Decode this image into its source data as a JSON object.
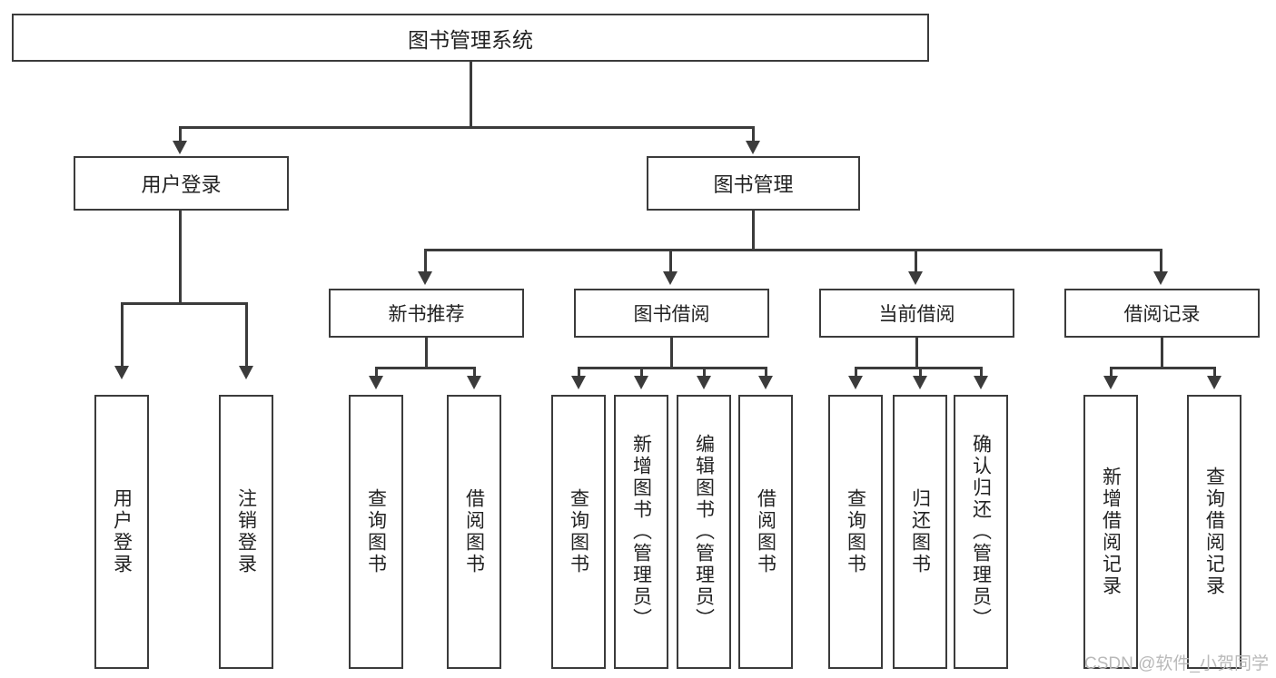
{
  "diagram": {
    "title": "图书管理系统",
    "type": "功能结构图",
    "colors": {
      "border": "#3b3b3b",
      "background": "#ffffff",
      "text": "#222222",
      "watermark": "#b9b9b9"
    },
    "root": {
      "label": "图书管理系统"
    },
    "level2": [
      {
        "label": "用户登录"
      },
      {
        "label": "图书管理"
      }
    ],
    "level3": [
      {
        "label": "新书推荐"
      },
      {
        "label": "图书借阅"
      },
      {
        "label": "当前借阅"
      },
      {
        "label": "借阅记录"
      }
    ],
    "leaves": [
      {
        "label": "用户登录",
        "parent": "用户登录"
      },
      {
        "label": "注销登录",
        "parent": "用户登录"
      },
      {
        "label": "查询图书",
        "parent": "新书推荐"
      },
      {
        "label": "借阅图书",
        "parent": "新书推荐"
      },
      {
        "label": "查询图书",
        "parent": "图书借阅"
      },
      {
        "label": "新增图书（管理员）",
        "parent": "图书借阅"
      },
      {
        "label": "编辑图书（管理员）",
        "parent": "图书借阅"
      },
      {
        "label": "借阅图书",
        "parent": "图书借阅"
      },
      {
        "label": "查询图书",
        "parent": "当前借阅"
      },
      {
        "label": "归还图书",
        "parent": "当前借阅"
      },
      {
        "label": "确认归还（管理员）",
        "parent": "当前借阅"
      },
      {
        "label": "新增借阅记录",
        "parent": "借阅记录"
      },
      {
        "label": "查询借阅记录",
        "parent": "借阅记录"
      }
    ]
  },
  "watermark": {
    "text": "CSDN @软件_小贺同学"
  }
}
